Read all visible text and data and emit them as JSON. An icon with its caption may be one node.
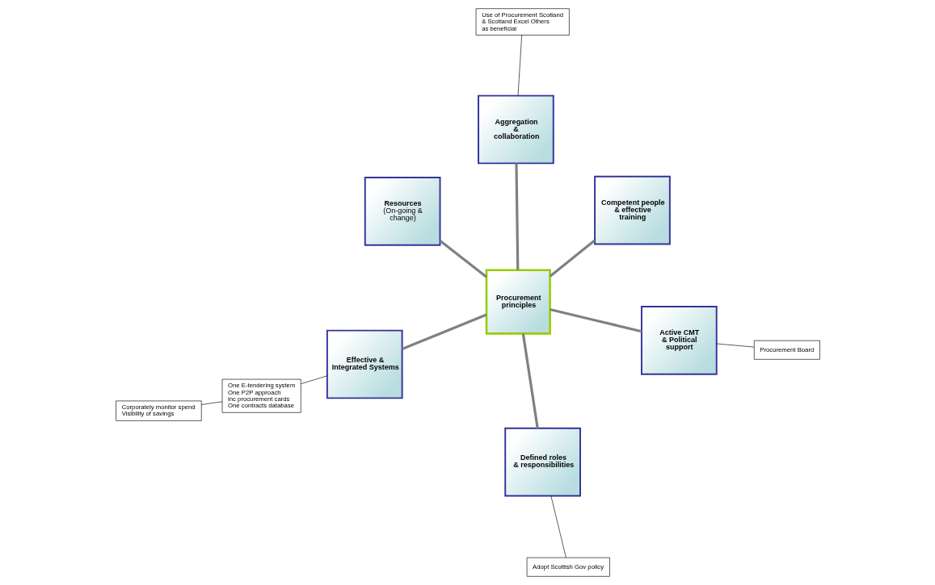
{
  "diagram": {
    "nodes": [
      {
        "text": [
          "Resources",
          "(On-going & change)"
        ]
      },
      {
        "text": [
          "Procurement Board"
        ]
      },
      {
        "text": [
          "Active CMT & Political support"
        ]
      },
      {
        "text": [
          "Aggregation & collaboration"
        ]
      },
      {
        "text": [
          "Use of Procurement Scotland & Scotland Excel Others as beneficial"
        ]
      },
      {
        "text": [
          "Procurement principles"
        ]
      },
      {
        "text": [
          "One E-tendering system One P2P approach inc procurement cards One contracts database"
        ]
      },
      {
        "text": [
          "Effective & Integrated Systems"
        ]
      },
      {
        "text": [
          "Defined roles & responsibilities"
        ]
      },
      {
        "text": [
          "Adopt Scottish Gov policy"
        ]
      },
      {
        "text": [
          "Competent people & effective training"
        ]
      },
      {
        "text": [
          "Corporately monitor spend Visibility of savings"
        ]
      }
    ],
    "edges": [
      {
        "from": 5,
        "to": 0,
        "arrow": "none"
      },
      {
        "from": 5,
        "to": 2,
        "arrow": "none"
      },
      {
        "from": 5,
        "to": 3,
        "arrow": "none"
      },
      {
        "from": 5,
        "to": 7,
        "arrow": "none"
      },
      {
        "from": 5,
        "to": 8,
        "arrow": "none"
      },
      {
        "from": 5,
        "to": 10,
        "arrow": "none"
      },
      {
        "from": 1,
        "to": 2,
        "arrow": "none",
        "color": "#000000"
      },
      {
        "from": 3,
        "to": 4,
        "arrow": "none",
        "color": "#000000"
      },
      {
        "from": 6,
        "to": 7,
        "arrow": "none",
        "color": "#000000"
      },
      {
        "from": 6,
        "to": 11,
        "arrow": "none",
        "color": "#000000"
      },
      {
        "from": 8,
        "to": 9,
        "arrow": "none",
        "color": "#000000"
      }
    ]
  }
}
